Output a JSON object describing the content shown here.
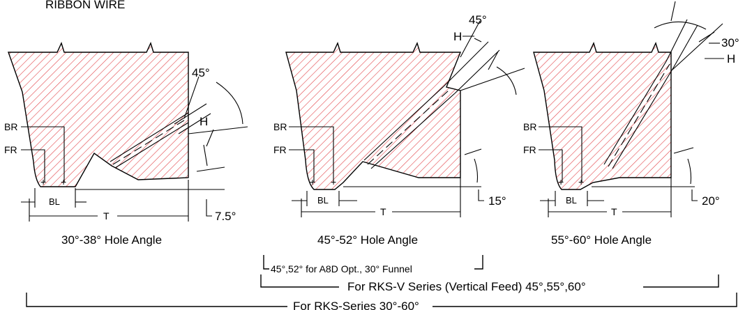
{
  "header": {
    "title": "RIBBON WIRE"
  },
  "style": {
    "hatch_color": "#e2454a",
    "line_color": "#000000",
    "background": "#ffffff"
  },
  "panels": [
    {
      "br": "BR",
      "fr": "FR",
      "bl": "BL",
      "t": "T",
      "h": "H",
      "top_angle": "45°",
      "bottom_angle": "7.5°",
      "caption": "30°-38° Hole Angle"
    },
    {
      "br": "BR",
      "fr": "FR",
      "bl": "BL",
      "t": "T",
      "h": "H",
      "top_angle": "45°",
      "bottom_angle": "15°",
      "caption": "45°-52° Hole Angle"
    },
    {
      "br": "BR",
      "fr": "FR",
      "bl": "BL",
      "t": "T",
      "h": "H",
      "top_angle": "30°",
      "bottom_angle": "20°",
      "caption": "55°-60° Hole Angle"
    }
  ],
  "brackets": {
    "a8d": "45°,52°  for A8D Opt., 30° Funnel",
    "rksv": "For RKS-V  Series (Vertical Feed) 45°,55°,60°",
    "rks": "For RKS-Series 30°-60°"
  }
}
